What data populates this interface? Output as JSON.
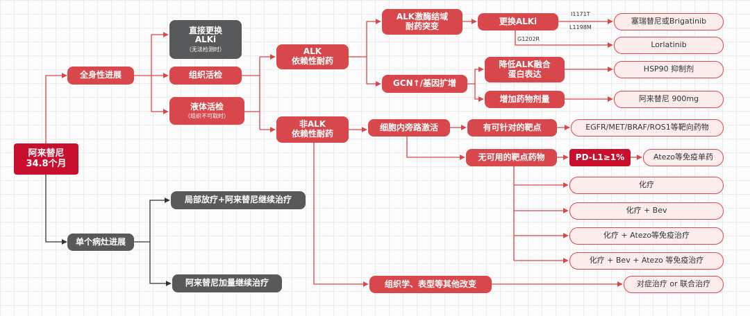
{
  "colors": {
    "primary_red": "#d8474b",
    "dark_red": "#c8102e",
    "gray": "#58595b",
    "outline_fill": "#fdecec"
  },
  "root": {
    "line1": "阿来替尼",
    "line2": "34.8个月"
  },
  "systemic": {
    "label": "全身性进展"
  },
  "direct_switch": {
    "line1": "直接更换",
    "line2": "ALKi",
    "sub": "（无法检测时）"
  },
  "tissue_biopsy": {
    "label": "组织活检"
  },
  "liquid_biopsy": {
    "label": "液体活检",
    "sub": "（组织不可取时）"
  },
  "alk_dep": {
    "line1": "ALK",
    "line2": "依赖性耐药"
  },
  "non_alk": {
    "line1": "非ALK",
    "line2": "依赖性耐药"
  },
  "kinase_mut": {
    "line1": "ALK激酶结域",
    "line2": "耐药突变"
  },
  "switch_alki": {
    "label": "更换ALKi"
  },
  "mutations": {
    "m1": "I1171T",
    "m2": "L1198M",
    "m3": "G1202R"
  },
  "ceritinib": {
    "label": "塞瑞替尼或Brigatinib"
  },
  "lorlatinib": {
    "label": "Lorlatinib"
  },
  "gcn": {
    "label": "GCN↑/基因扩增"
  },
  "reduce_fusion": {
    "line1": "降低ALK融合",
    "line2": "蛋白表达"
  },
  "hsp90": {
    "label": "HSP90 抑制剂"
  },
  "increase_dose": {
    "label": "增加药物剂量"
  },
  "alectinib_900": {
    "label": "阿来替尼 900mg"
  },
  "bypass": {
    "label": "细胞内旁路激活"
  },
  "has_target": {
    "label": "有可针对的靶点"
  },
  "egfr": {
    "label": "EGFR/MET/BRAF/ROS1等靶向药物"
  },
  "no_target": {
    "label": "无可用的靶点药物"
  },
  "pdl1": {
    "label": "PD-L1≥1%"
  },
  "atezo_mono": {
    "label": "Atezo等免疫单药"
  },
  "chemo": {
    "label": "化疗"
  },
  "chemo_bev": {
    "label": "化疗 + Bev"
  },
  "chemo_atezo": {
    "label": "化疗 + Atezo等免疫治疗"
  },
  "chemo_bev_atezo": {
    "label": "化疗 + Bev + Atezo 等免疫治疗"
  },
  "histology": {
    "label": "组织学、表型等其他改变"
  },
  "symptomatic": {
    "label": "对症治疗 or 联合治疗"
  },
  "single_lesion": {
    "label": "单个病灶进展"
  },
  "local_rt": {
    "label": "局部放疗+阿来替尼继续治疗"
  },
  "increase_alec": {
    "label": "阿来替尼加量继续治疗"
  }
}
